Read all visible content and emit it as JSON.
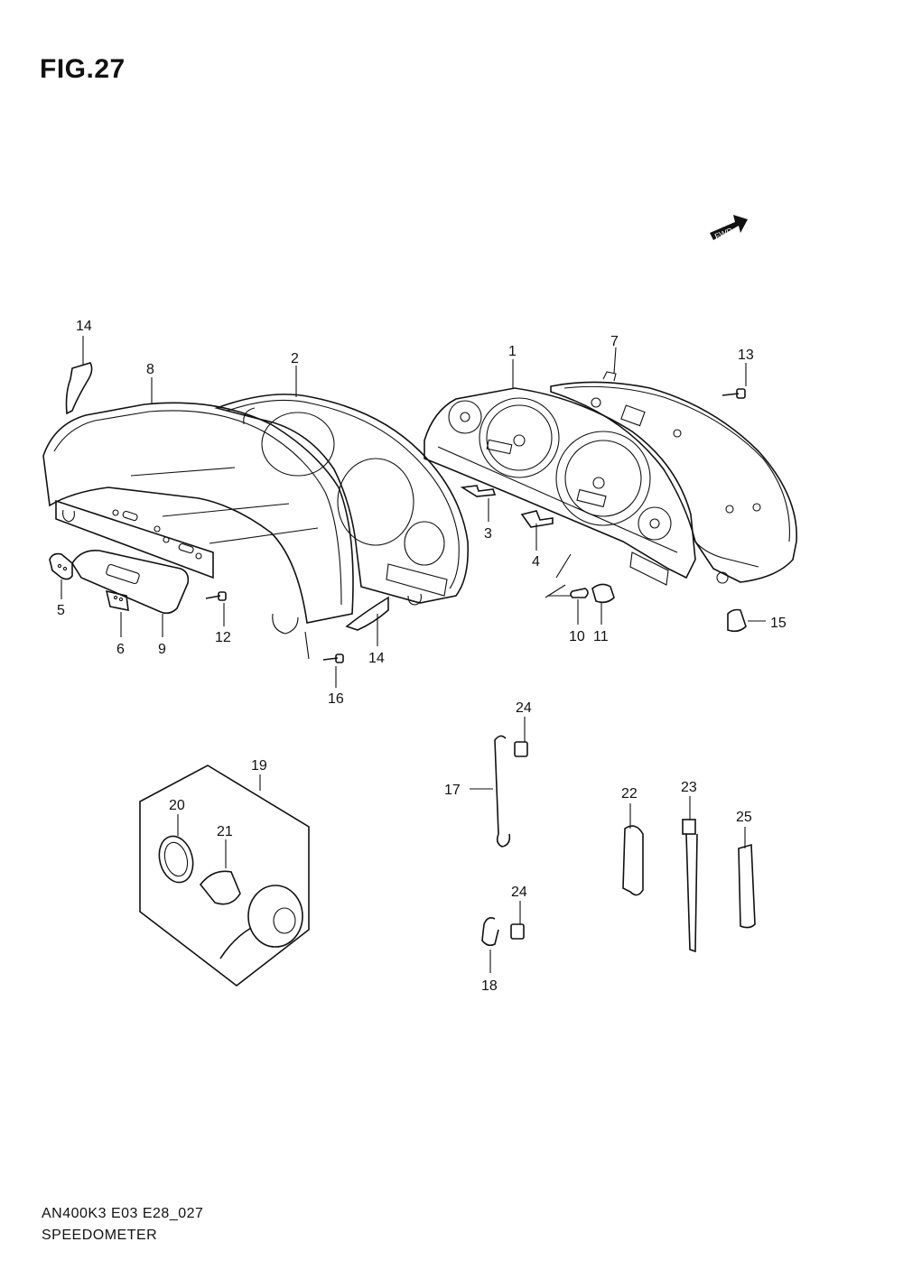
{
  "figure": {
    "title": "FIG.27",
    "footer_code": "AN400K3 E03 E28_027",
    "footer_name": "SPEEDOMETER",
    "fwd_label": "FWD"
  },
  "callouts": {
    "c1": "1",
    "c2": "2",
    "c3": "3",
    "c4": "4",
    "c5": "5",
    "c6": "6",
    "c7": "7",
    "c8": "8",
    "c9": "9",
    "c10": "10",
    "c11": "11",
    "c12": "12",
    "c13": "13",
    "c14a": "14",
    "c14b": "14",
    "c15": "15",
    "c16": "16",
    "c17": "17",
    "c18": "18",
    "c19": "19",
    "c20": "20",
    "c21": "21",
    "c22": "22",
    "c23": "23",
    "c24a": "24",
    "c24b": "24",
    "c25": "25"
  }
}
